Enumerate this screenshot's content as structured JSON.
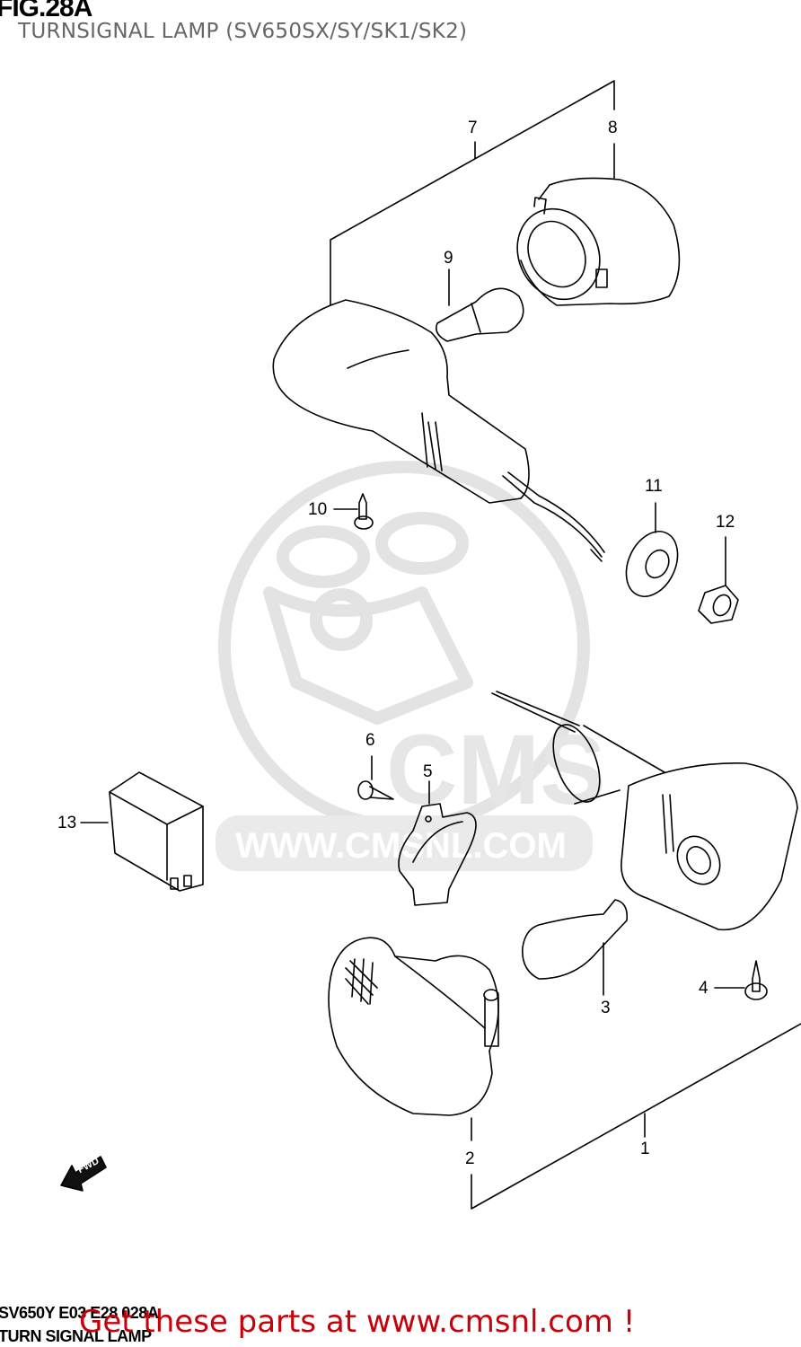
{
  "figure": {
    "number": "FIG.28A",
    "title": "TURNSIGNAL LAMP (SV650SX/SY/SK1/SK2)"
  },
  "parts": [
    {
      "ref": "1",
      "name": "turn-signal-assembly-rear-left",
      "label": "1"
    },
    {
      "ref": "2",
      "name": "lens",
      "label": "2"
    },
    {
      "ref": "3",
      "name": "bulb",
      "label": "3"
    },
    {
      "ref": "4",
      "name": "screw",
      "label": "4"
    },
    {
      "ref": "5",
      "name": "bracket",
      "label": "5"
    },
    {
      "ref": "6",
      "name": "screw",
      "label": "6"
    },
    {
      "ref": "7",
      "name": "turn-signal-assembly",
      "label": "7"
    },
    {
      "ref": "8",
      "name": "lens",
      "label": "8"
    },
    {
      "ref": "9",
      "name": "bulb",
      "label": "9"
    },
    {
      "ref": "10",
      "name": "screw",
      "label": "10"
    },
    {
      "ref": "11",
      "name": "washer",
      "label": "11"
    },
    {
      "ref": "12",
      "name": "nut",
      "label": "12"
    },
    {
      "ref": "13",
      "name": "relay",
      "label": "13"
    }
  ],
  "direction_badge": {
    "label": "FWD"
  },
  "watermark": {
    "text": "WWW.CMSNL.COM",
    "logo": "CMS"
  },
  "footer": {
    "code": "SV650Y E03 E28 028A",
    "name": "TURN SIGNAL LAMP"
  },
  "promo": {
    "text": "Get these parts at www.cmsnl.com !",
    "color": "#c8000a"
  }
}
